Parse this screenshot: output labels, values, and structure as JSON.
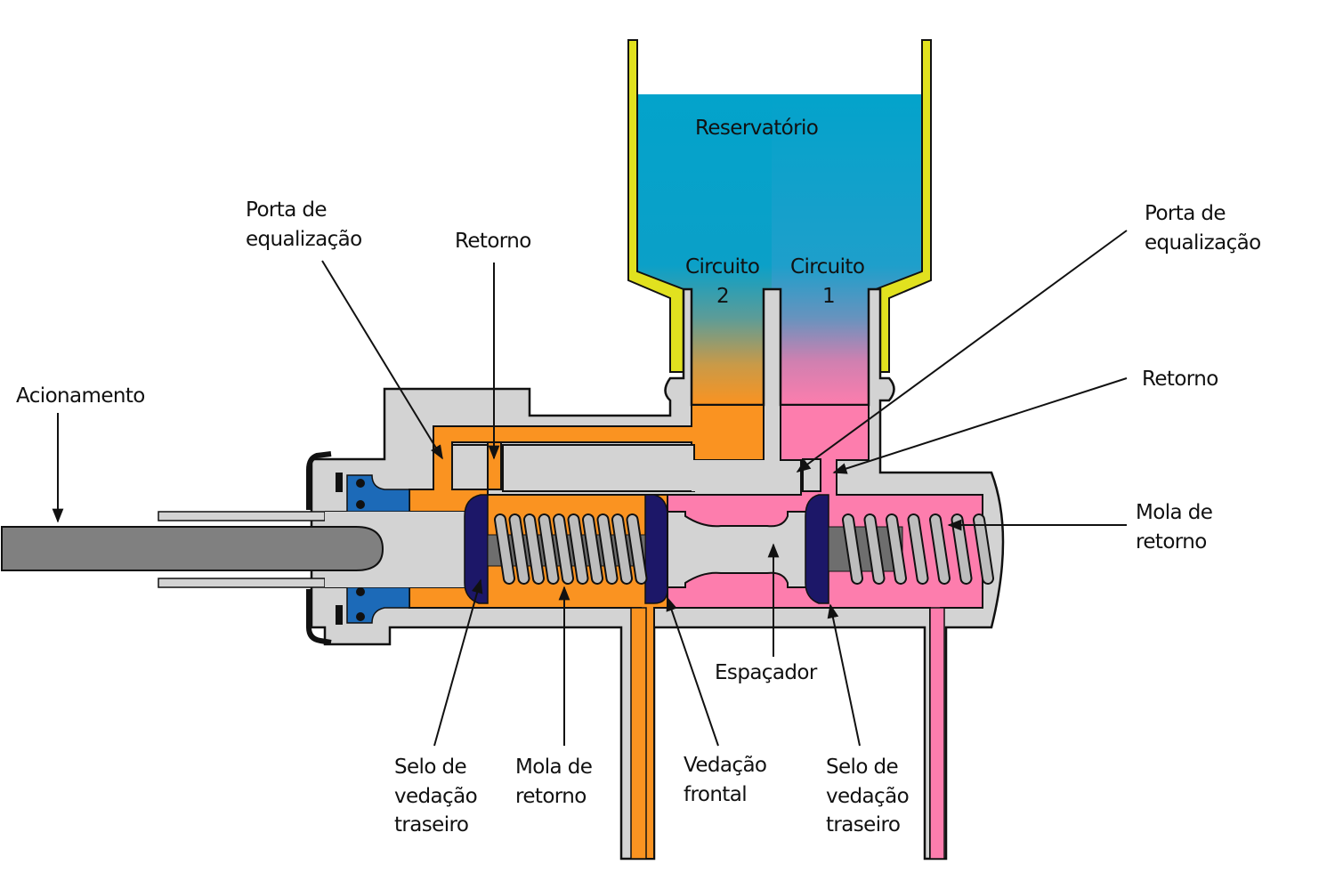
{
  "title": "Cilindro mestre tandem",
  "colors": {
    "reservoir_fluid": "#03A3CB",
    "circuit_2_fluid": "#FA9321",
    "circuit_1_fluid": "#FD7DAD",
    "reservoir_wall": "#E1E11F",
    "housing": "#D3D3D3",
    "seal": "#1C1768",
    "rod": "#808080",
    "bushing": "#1C6AB8",
    "outline": "#111111"
  },
  "labels": {
    "reservatorio": "Reservatório",
    "circuito_2": [
      "Circuito",
      "2"
    ],
    "circuito_1": [
      "Circuito",
      "1"
    ],
    "acionamento": "Acionamento",
    "porta_equalizacao_left": [
      "Porta de",
      "equalização"
    ],
    "retorno_left": "Retorno",
    "porta_equalizacao_right": [
      "Porta de",
      "equalização"
    ],
    "retorno_right": "Retorno",
    "mola_retorno_right": [
      "Mola de",
      "retorno"
    ],
    "espacador": "Espaçador",
    "selo_traseiro_left": [
      "Selo de",
      "vedação",
      "traseiro"
    ],
    "mola_retorno_bottom": [
      "Mola de",
      "retorno"
    ],
    "vedacao_frontal": [
      "Vedação",
      "frontal"
    ],
    "selo_traseiro_right": [
      "Selo de",
      "vedação",
      "traseiro"
    ]
  }
}
